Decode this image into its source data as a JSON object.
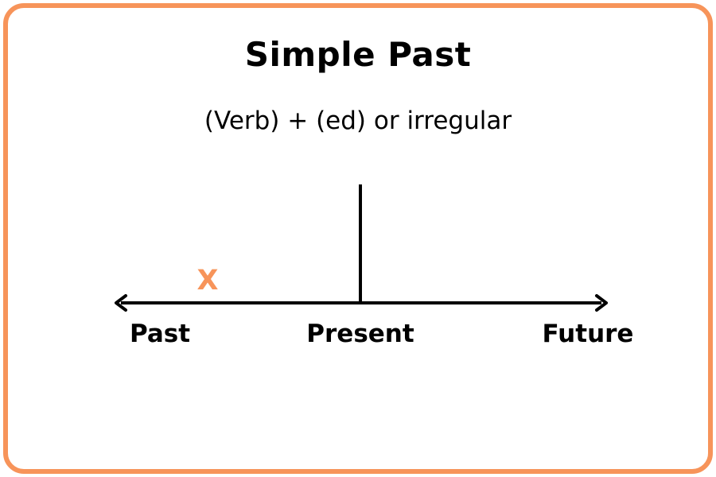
{
  "title": "Simple Past",
  "formula": "(Verb) + (ed) or irregular",
  "timeline": {
    "labels": {
      "past": "Past",
      "present": "Present",
      "future": "Future"
    },
    "marker": "X"
  },
  "colors": {
    "border": "#f7945a",
    "marker": "#f7945a",
    "line": "#000000"
  }
}
